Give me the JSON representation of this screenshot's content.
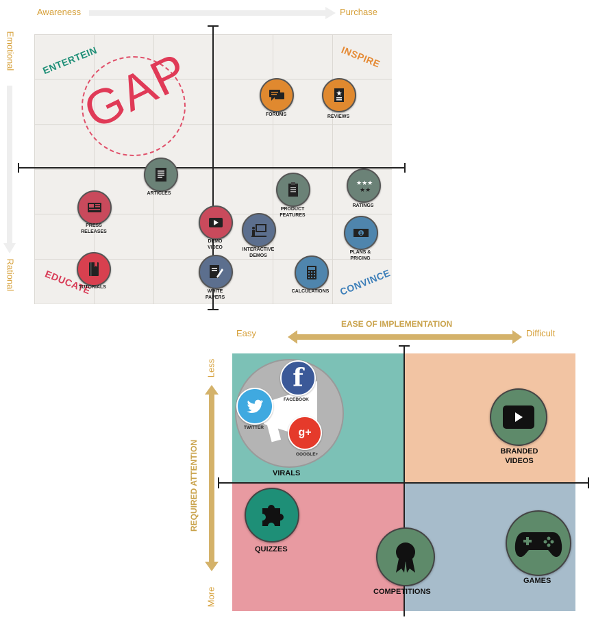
{
  "top_matrix": {
    "axis_left": "Awareness",
    "axis_right": "Purchase",
    "axis_top": "Emotional",
    "axis_bottom": "Rational",
    "corner_tl": "ENTERTEIN",
    "corner_tr": "INSPIRE",
    "corner_bl": "EDUCATE",
    "corner_br": "CONVINCE",
    "gap_text": "GAP",
    "nodes": {
      "forums": "FORUMS",
      "reviews": "REVIEWS",
      "articles": "ARTICLES",
      "product_features_1": "PRODUCT",
      "product_features_2": "FEATURES",
      "ratings": "RATINGS",
      "press_releases_1": "PRESS",
      "press_releases_2": "RELEASES",
      "demo_video_1": "DEMO",
      "demo_video_2": "VIDEO",
      "interactive_demos_1": "INTERACTIVE",
      "interactive_demos_2": "DEMOS",
      "plans_pricing_1": "PLANS &",
      "plans_pricing_2": "PRICING",
      "tutorials": "TUTORIALS",
      "white_papers_1": "WHITE",
      "white_papers_2": "PAPERS",
      "calculations": "CALCULATIONS"
    },
    "colors": {
      "entertain": "#1f8f77",
      "inspire": "#e58a35",
      "educate": "#d83a55",
      "convince": "#3d7fb9"
    }
  },
  "bottom_matrix": {
    "title": "EASE OF IMPLEMENTATION",
    "x_left": "Easy",
    "x_right": "Difficult",
    "y_title": "REQUIRED ATTENTION",
    "y_top": "Less",
    "y_bottom": "More",
    "quadrant_colors": {
      "tl": "#7cc1b6",
      "tr": "#f2c4a3",
      "bl": "#e89aa1",
      "br": "#a7bccb"
    },
    "items": {
      "virals": "VIRALS",
      "branded_1": "BRANDED",
      "branded_2": "VIDEOS",
      "quizzes": "QUIZZES",
      "competitions": "COMPETITIONS",
      "games": "GAMES"
    },
    "social": {
      "facebook": "FACEBOOK",
      "twitter": "TWITTER",
      "google": "GOOGLE+",
      "facebook_glyph": "f",
      "google_glyph": "g+"
    }
  }
}
